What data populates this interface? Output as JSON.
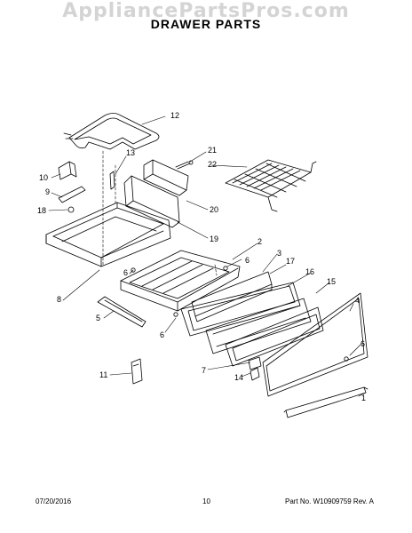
{
  "watermark": "AppliancePartsPros.com",
  "title": "DRAWER PARTS",
  "footer": {
    "date": "07/20/2016",
    "page": "10",
    "part_no": "Part No. W10909759  Rev. A"
  },
  "callouts": [
    "1",
    "2",
    "3",
    "4",
    "5",
    "6",
    "6",
    "6",
    "6",
    "7",
    "8",
    "9",
    "10",
    "11",
    "12",
    "13",
    "14",
    "15",
    "16",
    "17",
    "18",
    "19",
    "20",
    "21",
    "22"
  ]
}
